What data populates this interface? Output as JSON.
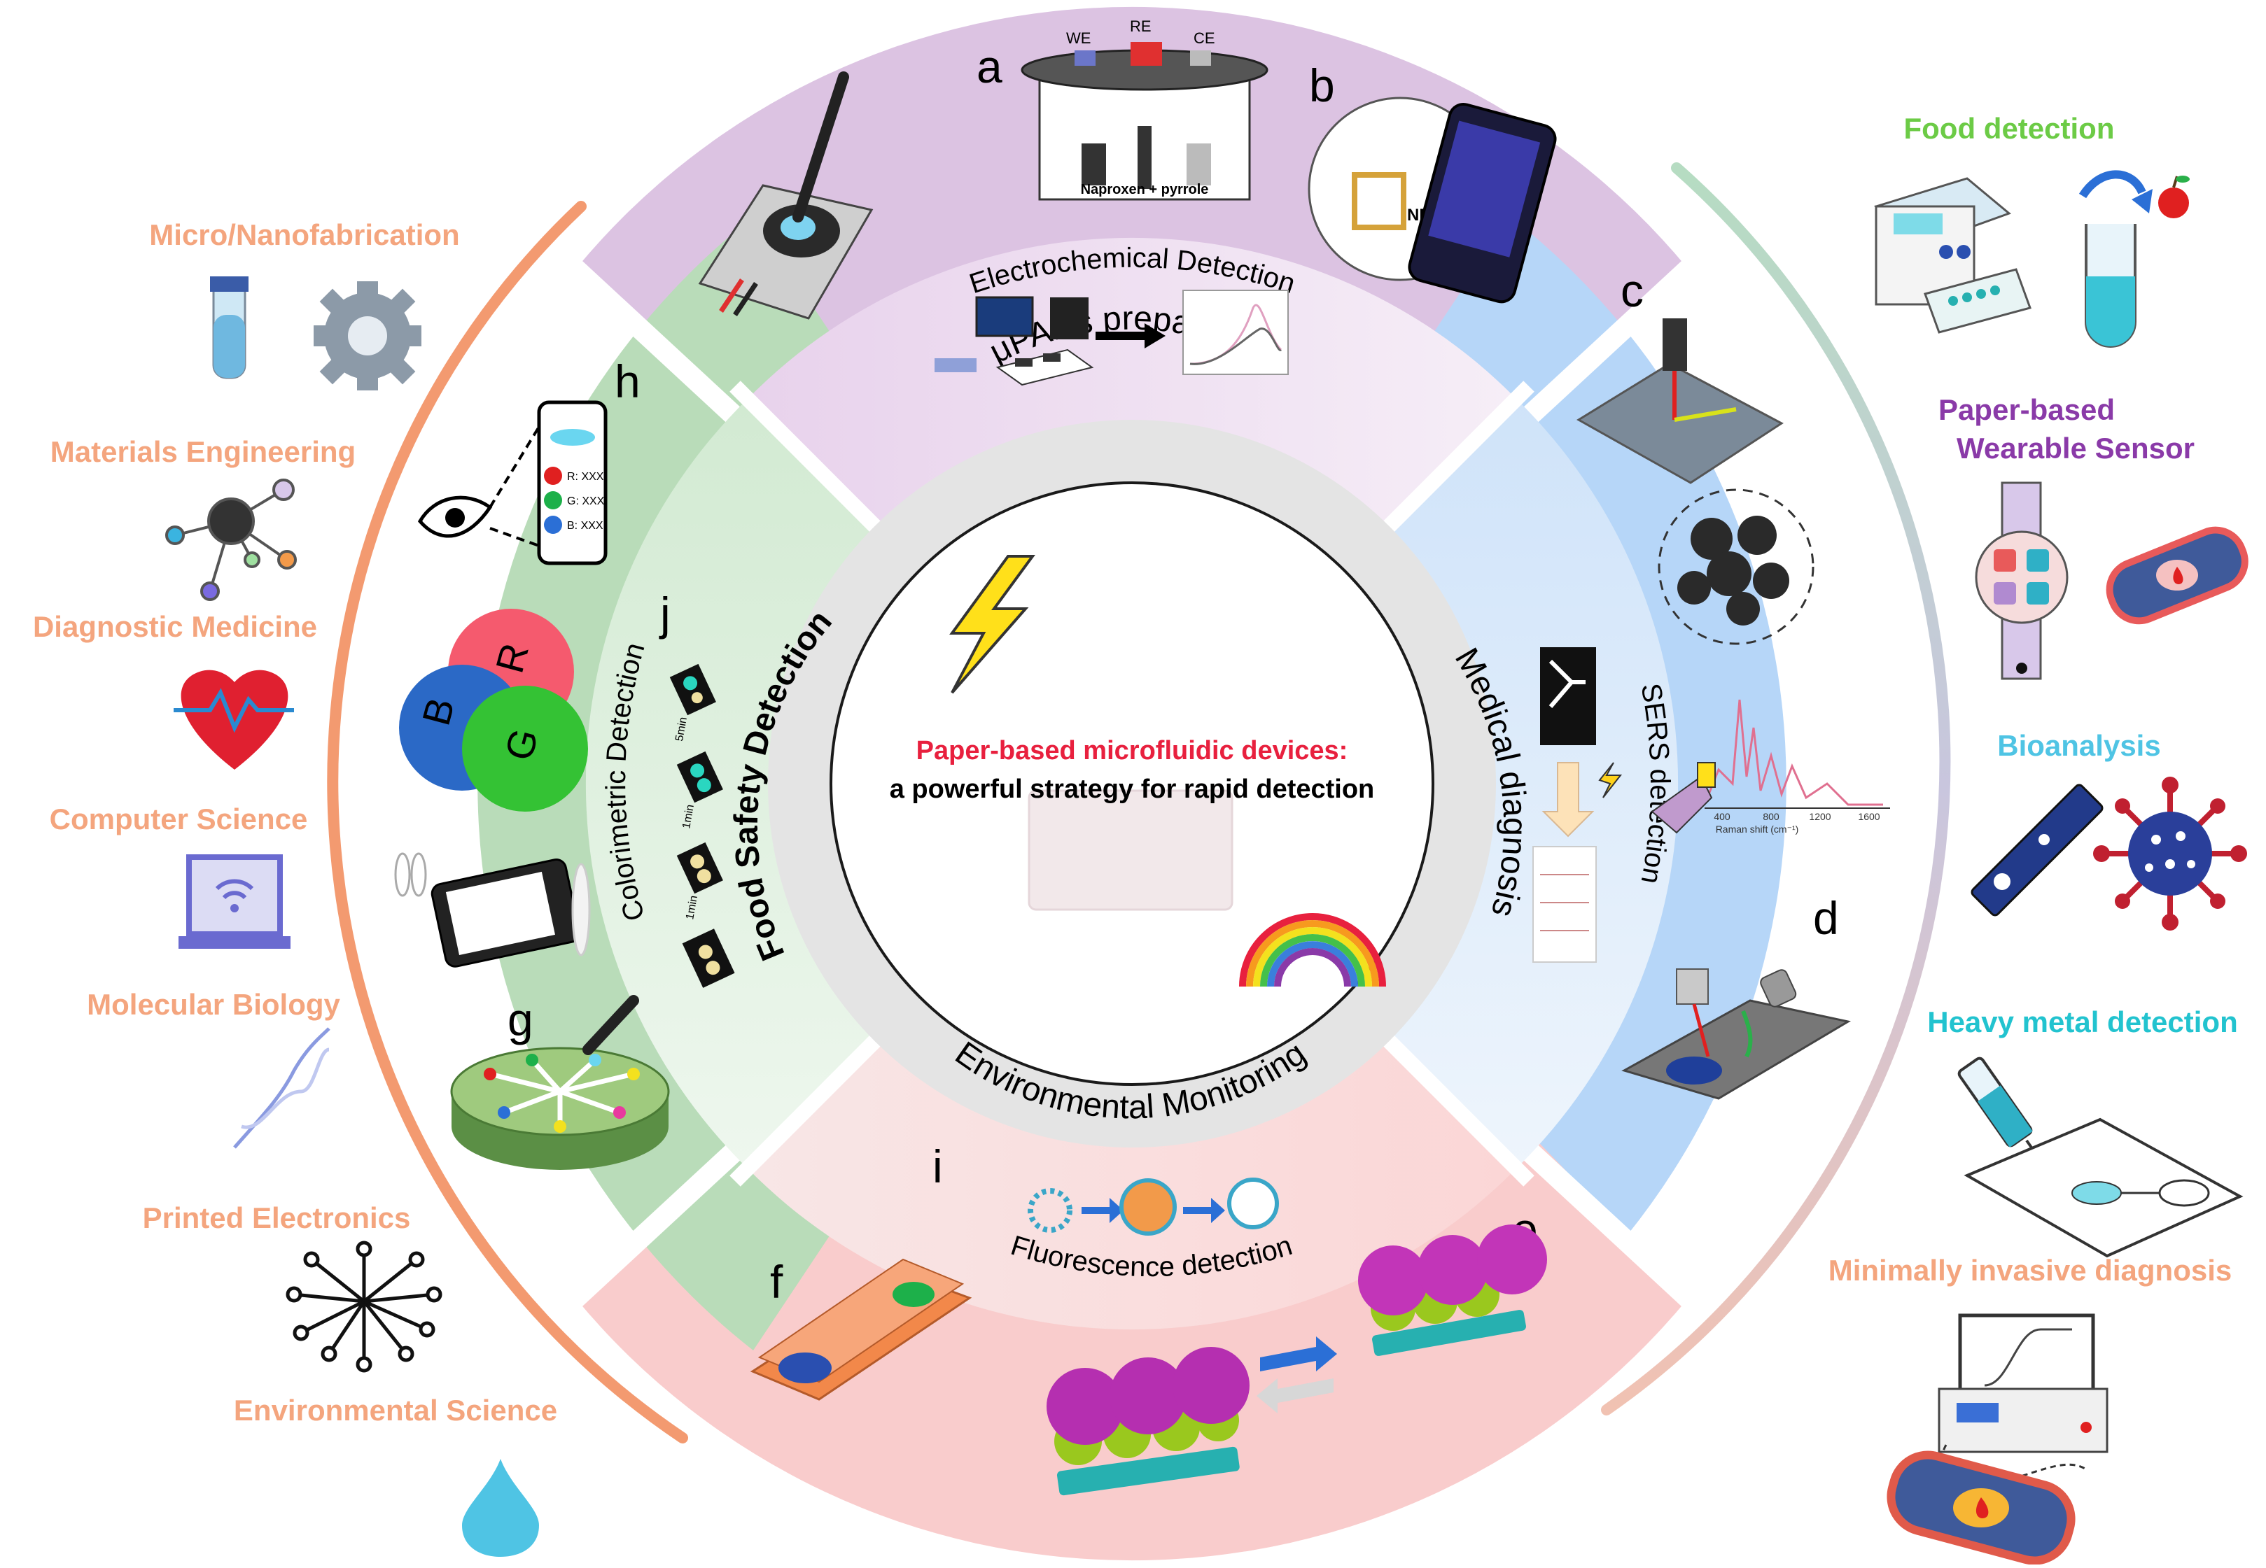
{
  "center": {
    "title": "Paper-based microfluidic devices:",
    "subtitle": "a powerful strategy for rapid detection"
  },
  "inner_ring": {
    "top": "μPADs preparation",
    "left": "Food Safety Detection",
    "right": "Medical diagnosis",
    "bottom": "Environmental Monitoring"
  },
  "sectors": {
    "electrochemical": "Electrochemical Detection",
    "colorimetric": "Colorimetric Detection",
    "sers": "SERS detection",
    "fluorescence": "Fluorescence detection"
  },
  "panel_letters": [
    "a",
    "b",
    "c",
    "d",
    "e",
    "f",
    "g",
    "h",
    "i",
    "j"
  ],
  "panel_a_labels": {
    "we": "WE",
    "re": "RE",
    "ce": "CE",
    "solution": "Naproxen + pyrrole"
  },
  "panel_b_label": "NFC",
  "rgb_labels": {
    "r": "R",
    "g": "G",
    "b": "B"
  },
  "phone_readouts": [
    "R: XXX",
    "G: XXX",
    "B: XXX"
  ],
  "time_labels": [
    "5min",
    "1min",
    "1min"
  ],
  "raman_axis": {
    "label": "Raman shift (cm⁻¹)",
    "ticks": [
      "400",
      "800",
      "1200",
      "1600"
    ]
  },
  "left_fields": [
    "Micro/Nanofabrication",
    "Materials Engineering",
    "Diagnostic Medicine",
    "Computer Science",
    "Molecular Biology",
    "Printed Electronics",
    "Environmental Science"
  ],
  "right_apps": {
    "food": "Food detection",
    "wearable_line1": "Paper-based",
    "wearable_line2": "Wearable Sensor",
    "bio": "Bioanalysis",
    "metal": "Heavy metal detection",
    "invasive": "Minimally invasive diagnosis"
  },
  "colors": {
    "left_label": "#f4a57e",
    "food": "#6ccb46",
    "wearable": "#8a3aa8",
    "bio": "#4fc4e4",
    "metal": "#22c3cf",
    "invasive": "#f4a57e",
    "sector_top": "#dcc3e2",
    "sector_right": "#b6d6f8",
    "sector_bottom": "#f9cccc",
    "sector_left": "#b9dcb9",
    "inner_ring": "#e4e4e4",
    "center_title": "#e8203e"
  },
  "icons": [
    "test-tube-icon",
    "gear-icon",
    "molecule-icon",
    "heart-pulse-icon",
    "laptop-wifi-icon",
    "dna-icon",
    "circuit-icon",
    "water-drop-icon",
    "lightning-icon",
    "rainbow-icon",
    "eye-icon",
    "smartphone-icon",
    "printer-device-icon",
    "apple-icon",
    "beaker-icon",
    "watch-icon",
    "virus-icon",
    "syringe-icon",
    "laptop-icon"
  ]
}
